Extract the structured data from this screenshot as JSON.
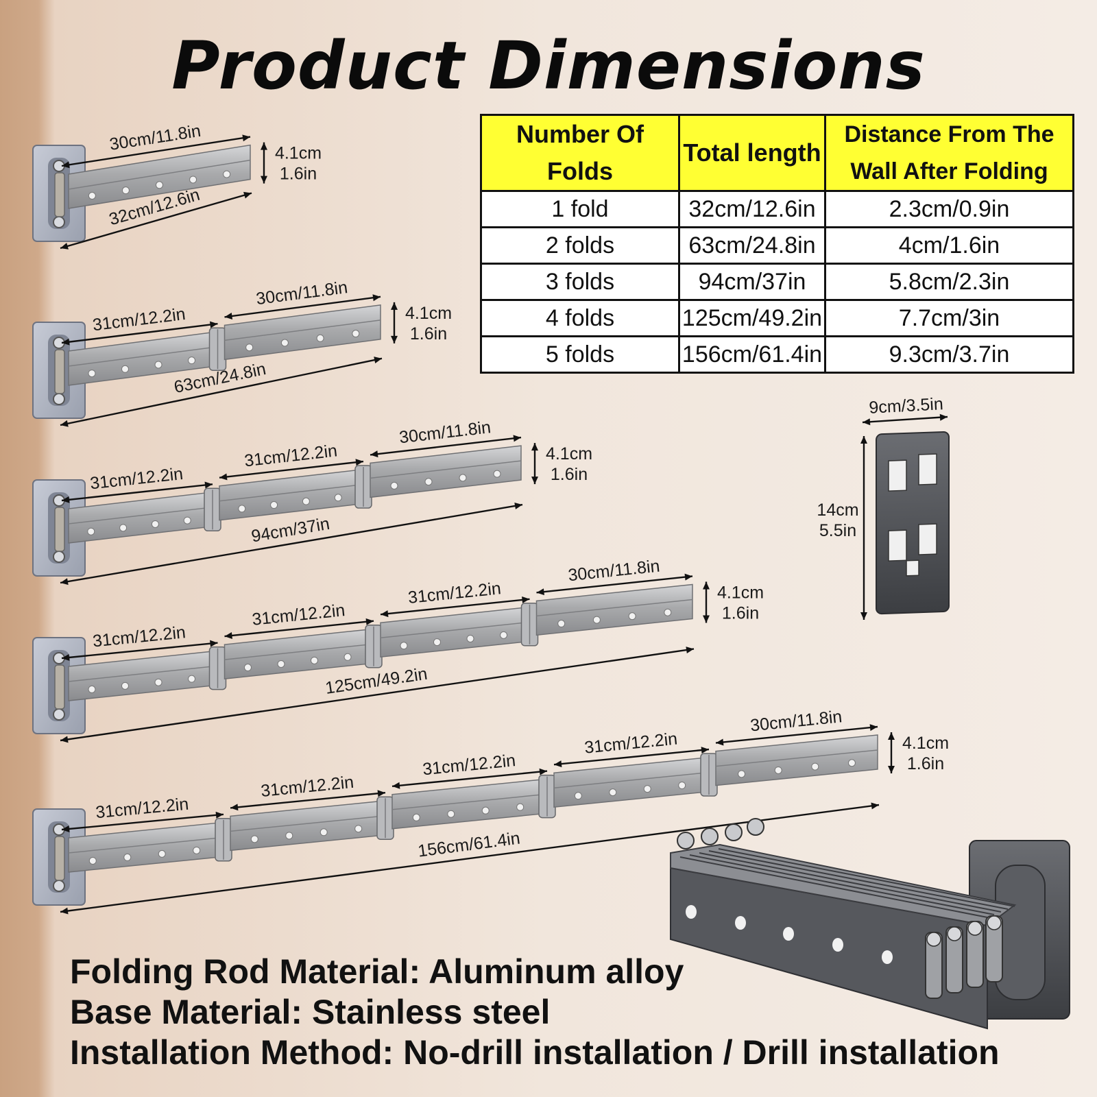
{
  "title": "Product Dimensions",
  "table": {
    "headers": [
      "Number Of Folds",
      "Total length",
      "Distance From The Wall After Folding"
    ],
    "rows": [
      [
        "1 fold",
        "32cm/12.6in",
        "2.3cm/0.9in"
      ],
      [
        "2 folds",
        "63cm/24.8in",
        "4cm/1.6in"
      ],
      [
        "3 folds",
        "94cm/37in",
        "5.8cm/2.3in"
      ],
      [
        "4 folds",
        "125cm/49.2in",
        "7.7cm/3in"
      ],
      [
        "5 folds",
        "156cm/61.4in",
        "9.3cm/3.7in"
      ]
    ]
  },
  "diagrams": [
    {
      "segments": [
        "30cm/11.8in"
      ],
      "height": [
        "4.1cm",
        "1.6in"
      ],
      "total": "32cm/12.6in"
    },
    {
      "segments": [
        "31cm/12.2in",
        "30cm/11.8in"
      ],
      "height": [
        "4.1cm",
        "1.6in"
      ],
      "total": "63cm/24.8in"
    },
    {
      "segments": [
        "31cm/12.2in",
        "31cm/12.2in",
        "30cm/11.8in"
      ],
      "height": [
        "4.1cm",
        "1.6in"
      ],
      "total": "94cm/37in"
    },
    {
      "segments": [
        "31cm/12.2in",
        "31cm/12.2in",
        "31cm/12.2in",
        "30cm/11.8in"
      ],
      "height": [
        "4.1cm",
        "1.6in"
      ],
      "total": "125cm/49.2in"
    },
    {
      "segments": [
        "31cm/12.2in",
        "31cm/12.2in",
        "31cm/12.2in",
        "31cm/12.2in",
        "30cm/11.8in"
      ],
      "height": [
        "4.1cm",
        "1.6in"
      ],
      "total": "156cm/61.4in"
    }
  ],
  "plate": {
    "width": "9cm/3.5in",
    "height": [
      "14cm",
      "5.5in"
    ]
  },
  "specs": [
    {
      "label": "Folding Rod Material",
      "value": "Aluminum alloy"
    },
    {
      "label": "Base Material",
      "value": "Stainless steel"
    },
    {
      "label": "Installation Method",
      "value": "No-drill installation / Drill installation"
    }
  ],
  "colors": {
    "header_bg": "#ffff33",
    "wall_light": "#f1e6dc",
    "wall_edge": "#c9a180",
    "metal": "#a7a8aa",
    "plate_dark": "#4a4c50"
  }
}
